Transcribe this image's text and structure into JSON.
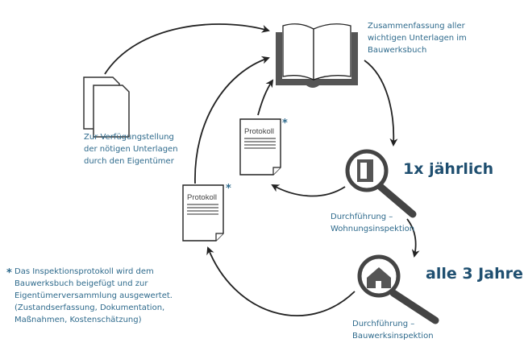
{
  "book_caption": [
    "Zusammenfassung aller",
    "wichtigen Unterlagen im",
    "Bauwerksbuch"
  ],
  "provision_caption": [
    "Zur Verfügungstellung",
    "der nötigen Unterlagen",
    "durch den Eigentümer"
  ],
  "protocol_label": "Protokoll",
  "asterisk": "*",
  "yearly_label": "1x jährlich",
  "triennial_label": "alle 3 Jahre",
  "apartment_inspection": [
    "Durchführung –",
    "Wohnungsinspektion"
  ],
  "building_inspection": [
    "Durchführung –",
    "Bauwerksinspektion"
  ],
  "footnote": [
    "Das Inspektionsprotokoll wird dem",
    "Bauwerksbuch beigefügt und zur",
    "Eigentümerversammlung ausgewertet.",
    "(Zustandserfassung, Dokumentation,",
    "Maßnahmen, Kostenschätzung)"
  ],
  "colors": {
    "text": "#2e6a8c",
    "heading": "#1f4f70",
    "icon": "#555555"
  }
}
